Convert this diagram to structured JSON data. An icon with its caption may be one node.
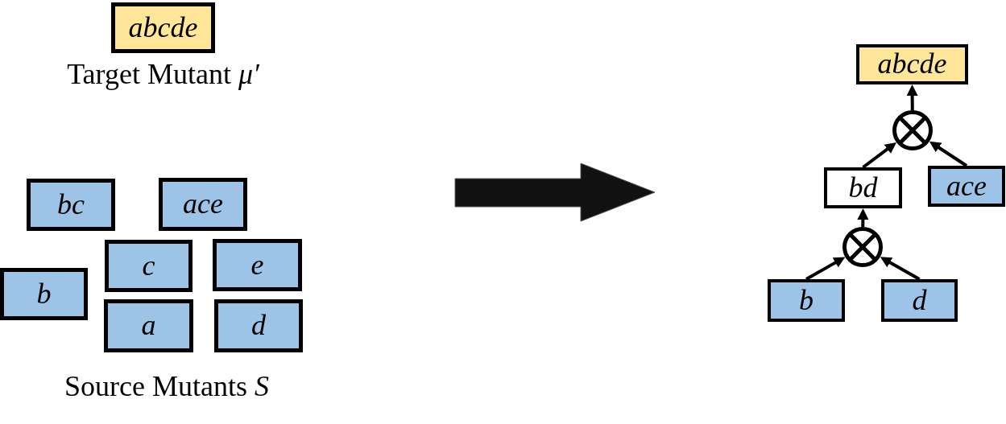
{
  "diagram": {
    "nodes": [
      {
        "text": [
          "abcde"
        ],
        "beside": [
          "Target Mutant *μ′*"
        ]
      },
      {
        "text": [
          "bc"
        ]
      },
      {
        "text": [
          "ace"
        ]
      },
      {
        "text": [
          "b"
        ]
      },
      {
        "text": [
          "c"
        ]
      },
      {
        "text": [
          "e"
        ]
      },
      {
        "text": [
          "a"
        ]
      },
      {
        "text": [
          "d"
        ]
      },
      {
        "text": [
          "abcde"
        ]
      },
      {
        "text": [],
        "shape": "circle"
      },
      {
        "text": [
          "bd"
        ]
      },
      {
        "text": [
          "ace"
        ]
      },
      {
        "text": [],
        "shape": "circle"
      },
      {
        "text": [
          "b"
        ]
      },
      {
        "text": [
          "d"
        ]
      }
    ],
    "edges": [
      {
        "from": 9,
        "to": 8,
        "arrow": "to"
      },
      {
        "from": 10,
        "to": 9,
        "arrow": "to"
      },
      {
        "from": 11,
        "to": 9,
        "arrow": "to"
      },
      {
        "from": 12,
        "to": 10,
        "arrow": "to"
      },
      {
        "from": 13,
        "to": 12,
        "arrow": "to"
      },
      {
        "from": 14,
        "to": 12,
        "arrow": "to"
      }
    ],
    "labels": [
      "Source Mutants *S*"
    ]
  }
}
